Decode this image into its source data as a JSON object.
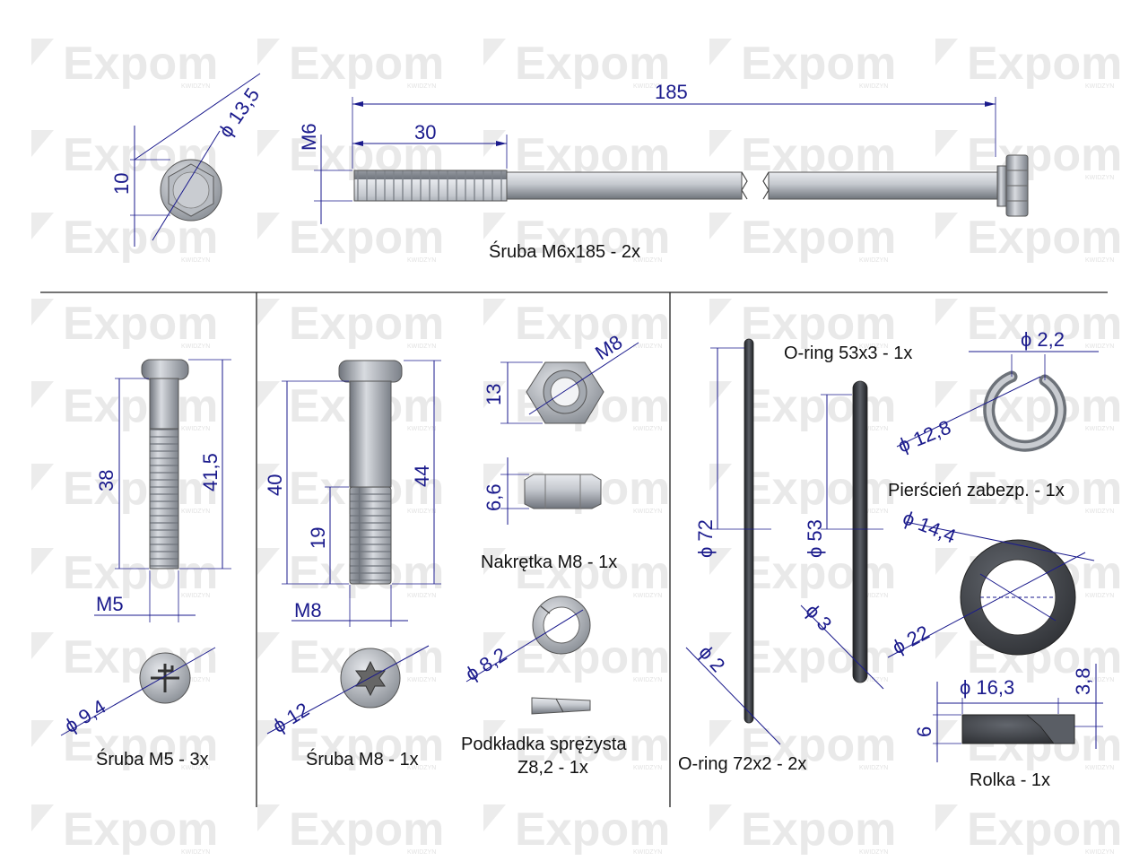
{
  "watermark": {
    "brand": "Expom",
    "sub": "KWIDZYN"
  },
  "captions": {
    "bolt_m6x185": "Śruba M6x185 - 2x",
    "bolt_m5": "Śruba M5 - 3x",
    "bolt_m8": "Śruba M8 - 1x",
    "nut_m8": "Nakrętka M8 - 1x",
    "spring_washer_line1": "Podkładka sprężysta",
    "spring_washer_line2": "Z8,2 - 1x",
    "oring_72": "O-ring 72x2 - 2x",
    "oring_53": "O-ring 53x3 - 1x",
    "retaining_ring": "Pierścień zabezp. - 1x",
    "roller": "Rolka - 1x"
  },
  "dims": {
    "m6_head_diam": "ϕ 13,5",
    "m6_head_h": "10",
    "m6_thread": "M6",
    "m6_len": "185",
    "m6_thread_len": "30",
    "m5_len": "38",
    "m5_total": "41,5",
    "m5_thread": "M5",
    "m5_head_diam": "ϕ 9,4",
    "m8_len": "40",
    "m8_total": "44",
    "m8_thread_len": "19",
    "m8_thread": "M8",
    "m8_head_diam": "ϕ 12",
    "nut_size": "13",
    "nut_thread": "M8",
    "nut_h": "6,6",
    "washer_diam": "ϕ 8,2",
    "oring72_diam": "ϕ 72",
    "oring72_cs": "ϕ 2",
    "oring53_diam": "ϕ 53",
    "oring53_cs": "ϕ 3",
    "ring_wire": "ϕ 2,2",
    "ring_diam": "ϕ 12,8",
    "roller_inner": "ϕ 14,4",
    "roller_outer": "ϕ 22",
    "roller_step_diam": "ϕ 16,3",
    "roller_step_h": "3,8",
    "roller_h": "6"
  },
  "colors": {
    "dimension": "#1a1a8c",
    "metal": "#a9afb7",
    "rubber": "#3a3d42"
  }
}
